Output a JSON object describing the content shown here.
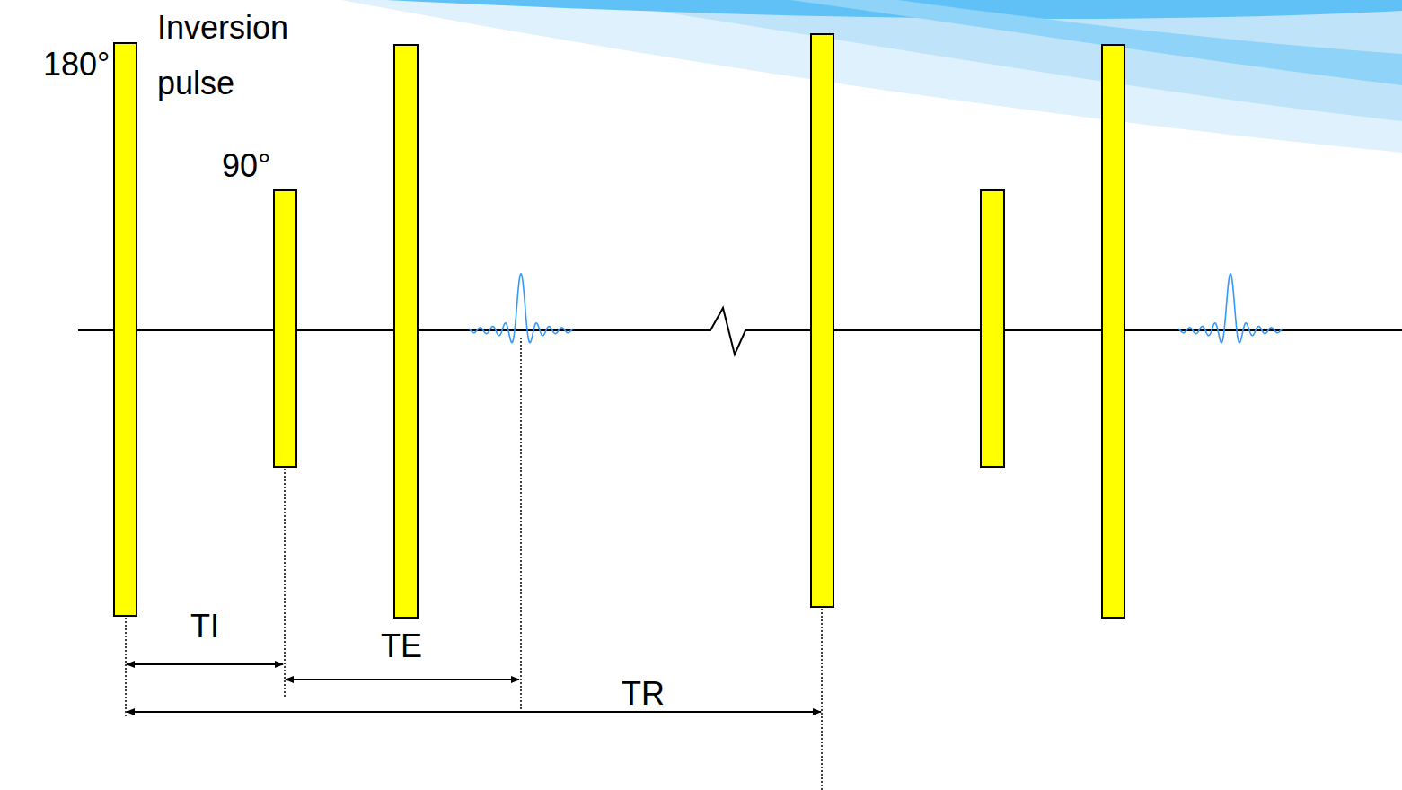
{
  "diagram": {
    "labels": [
      "180°",
      "Inversion pulse",
      "90°",
      "TI",
      "TE",
      "TR"
    ]
  }
}
